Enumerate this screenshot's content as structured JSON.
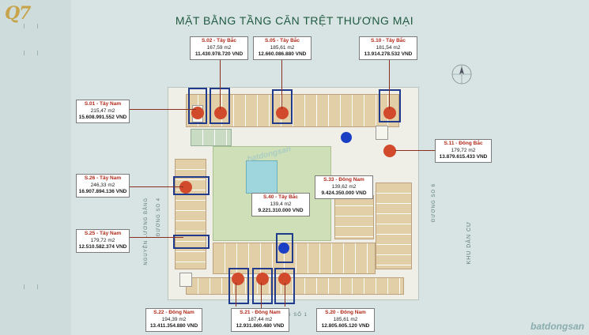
{
  "header": {
    "title": "MẶT BẰNG TẦNG CĂN TRỆT THƯƠNG MẠI",
    "logo": "Q7"
  },
  "streets": {
    "left_a": "NGUYỄN LƯƠNG BẰNG",
    "left_b": "ĐƯỜNG SỐ 4",
    "right_a": "ĐƯỜNG SỐ 6",
    "right_b": "KHU DÂN CƯ",
    "bottom": "ĐƯỜNG SỐ 1"
  },
  "units": [
    {
      "id": "s01",
      "name": "S.01 - Tây Nam",
      "area": "215,47 m2",
      "price": "15.608.991.552 VND"
    },
    {
      "id": "s02",
      "name": "S.02 - Tây Bắc",
      "area": "167,59 m2",
      "price": "11.430.978.720 VND"
    },
    {
      "id": "s05",
      "name": "S.05 - Tây Bắc",
      "area": "185,61 m2",
      "price": "12.660.086.880 VND"
    },
    {
      "id": "s10",
      "name": "S.10 - Tây Bắc",
      "area": "181,54 m2",
      "price": "13.914.278.532 VND"
    },
    {
      "id": "s11",
      "name": "S.11 - Đông Bắc",
      "area": "179,72 m2",
      "price": "13.879.615.433 VND"
    },
    {
      "id": "s26",
      "name": "S.26 - Tây Nam",
      "area": "246,33 m2",
      "price": "16.907.894.136 VND"
    },
    {
      "id": "s33",
      "name": "S.33 - Đông Nam",
      "area": "139,62 m2",
      "price": "9.424.350.000 VND"
    },
    {
      "id": "s40",
      "name": "S.40 - Tây Bắc",
      "area": "139,4 m2",
      "price": "9.221.310.000 VND"
    },
    {
      "id": "s25",
      "name": "S.25 - Tây Nam",
      "area": "179,72 m2",
      "price": "12.510.582.374 VND"
    },
    {
      "id": "s22",
      "name": "S.22 - Đông Nam",
      "area": "194,39 m2",
      "price": "13.411.354.880 VND"
    },
    {
      "id": "s21",
      "name": "S.21 - Đông Nam",
      "area": "187,44 m2",
      "price": "12.931.860.480 VND"
    },
    {
      "id": "s20",
      "name": "S.20 - Đông Nam",
      "area": "185,61 m2",
      "price": "12.805.605.120 VND"
    }
  ],
  "watermark": "batdongsan"
}
